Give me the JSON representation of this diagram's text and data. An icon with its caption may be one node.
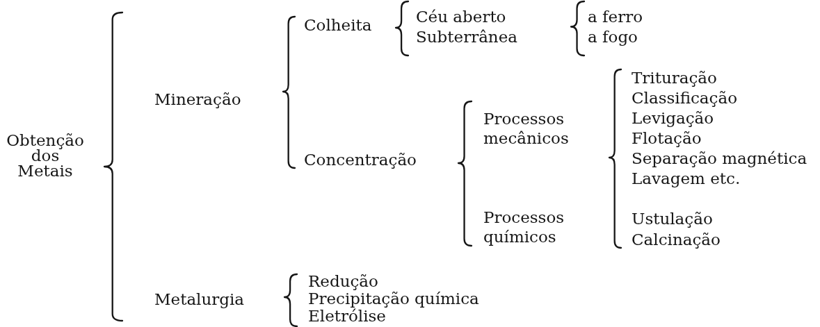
{
  "diagram": {
    "labels": [
      "Obtenção dos Metais",
      "Mineração",
      "Colheita",
      "Céu aberto",
      "Subterrânea",
      "a ferro",
      "a fogo",
      "Concentração",
      "Processos mecânicos",
      "Trituração",
      "Classificação",
      "Levigação",
      "Flotação",
      "Separação magnética",
      "Lavagem etc.",
      "Processos químicos",
      "Ustulação",
      "Calcinação",
      "Metalurgia",
      "Redução",
      "Precipitação química",
      "Eletrólise"
    ]
  }
}
